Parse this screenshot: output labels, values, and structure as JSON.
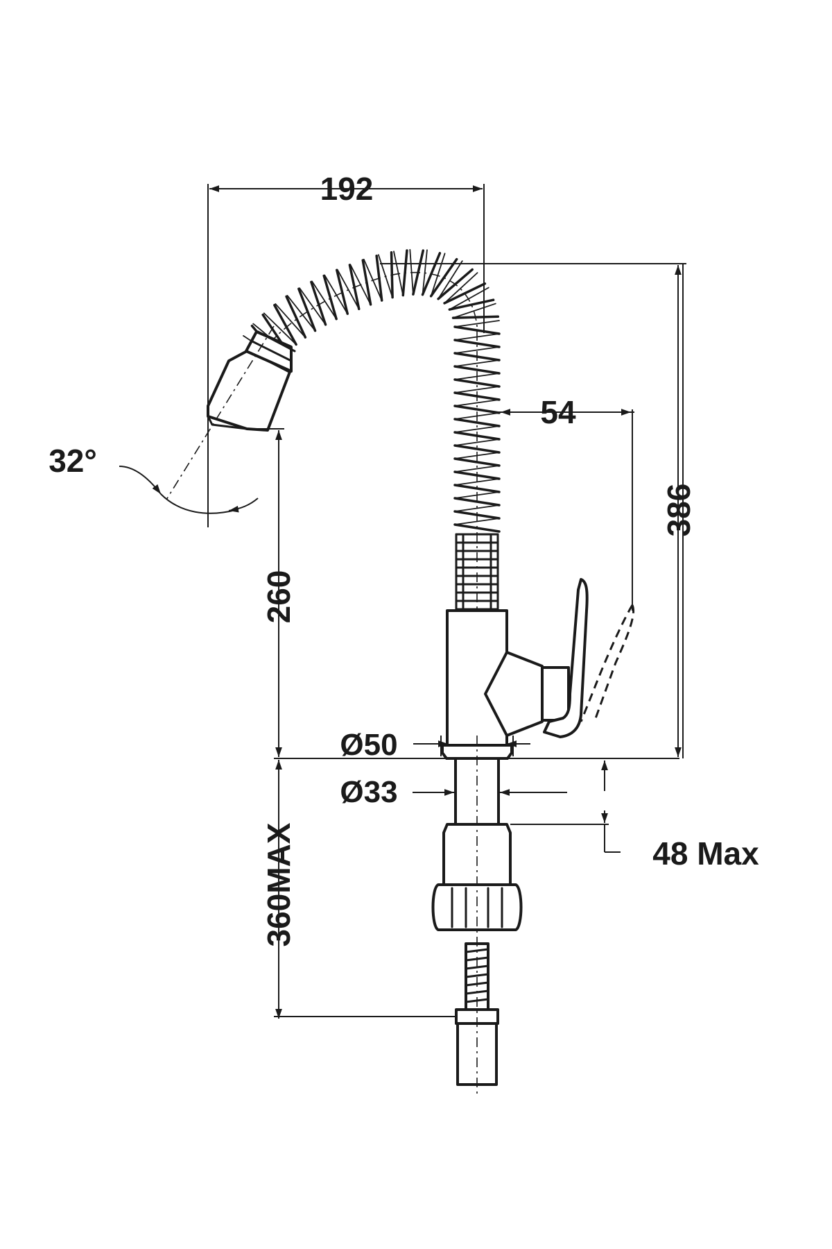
{
  "dimensions": {
    "width_192": "192",
    "offset_54": "54",
    "height_386": "386",
    "spout_height_260": "260",
    "angle_32": "32°",
    "diameter_50": "Ø50",
    "diameter_33": "Ø33",
    "deck_thickness": "48 Max",
    "hose_length": "360MAX"
  },
  "colors": {
    "line": "#1a1a1a",
    "background": "#ffffff"
  }
}
